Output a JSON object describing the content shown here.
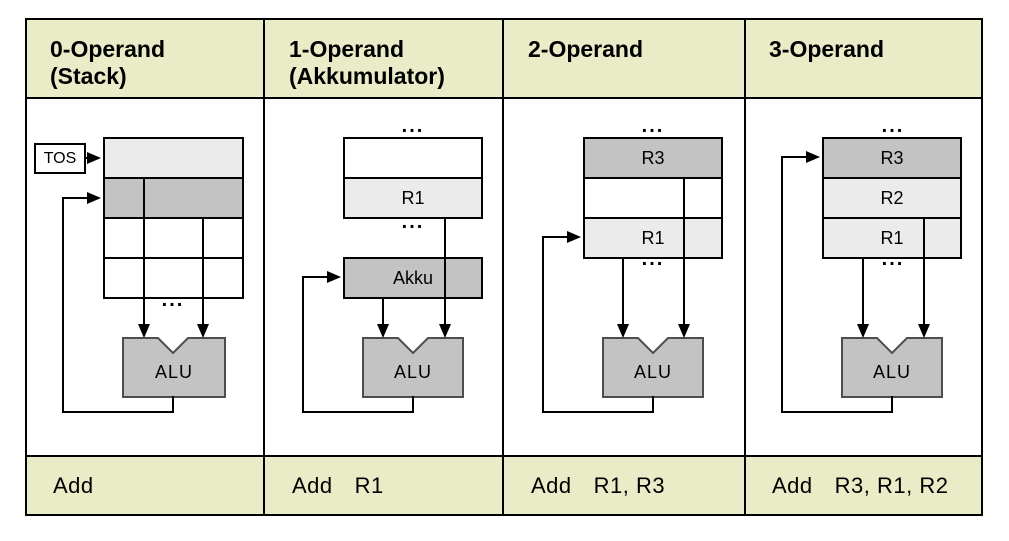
{
  "colors": {
    "band_background": "#e9ecc6",
    "cell_light_gray": "#ebebeb",
    "cell_medium_gray": "#c3c3c3",
    "alu_fill": "#c3c3c3",
    "alu_border": "#4d4d4d",
    "line_color": "#000000"
  },
  "columns": [
    {
      "header_line1": "0-Operand",
      "header_line2": "(Stack)",
      "tos_label": "TOS",
      "stack_rows": [
        "",
        "",
        "",
        ""
      ],
      "dots_bottom": "...",
      "alu_label": "ALU",
      "instruction": {
        "mnemonic": "Add",
        "operands": ""
      }
    },
    {
      "header_line1": "1-Operand",
      "header_line2": "(Akkumulator)",
      "dots_top": "...",
      "registers": [
        "",
        "R1"
      ],
      "dots_bottom": "...",
      "akku_label": "Akku",
      "alu_label": "ALU",
      "instruction": {
        "mnemonic": "Add",
        "operands": "R1"
      }
    },
    {
      "header_line1": "2-Operand",
      "header_line2": "",
      "dots_top": "...",
      "registers": [
        "R3",
        "",
        "R1"
      ],
      "dots_bottom": "...",
      "alu_label": "ALU",
      "instruction": {
        "mnemonic": "Add",
        "operands": "R1, R3"
      }
    },
    {
      "header_line1": "3-Operand",
      "header_line2": "",
      "dots_top": "...",
      "registers": [
        "R3",
        "R2",
        "R1"
      ],
      "dots_bottom": "...",
      "alu_label": "ALU",
      "instruction": {
        "mnemonic": "Add",
        "operands": "R3, R1, R2"
      }
    }
  ]
}
